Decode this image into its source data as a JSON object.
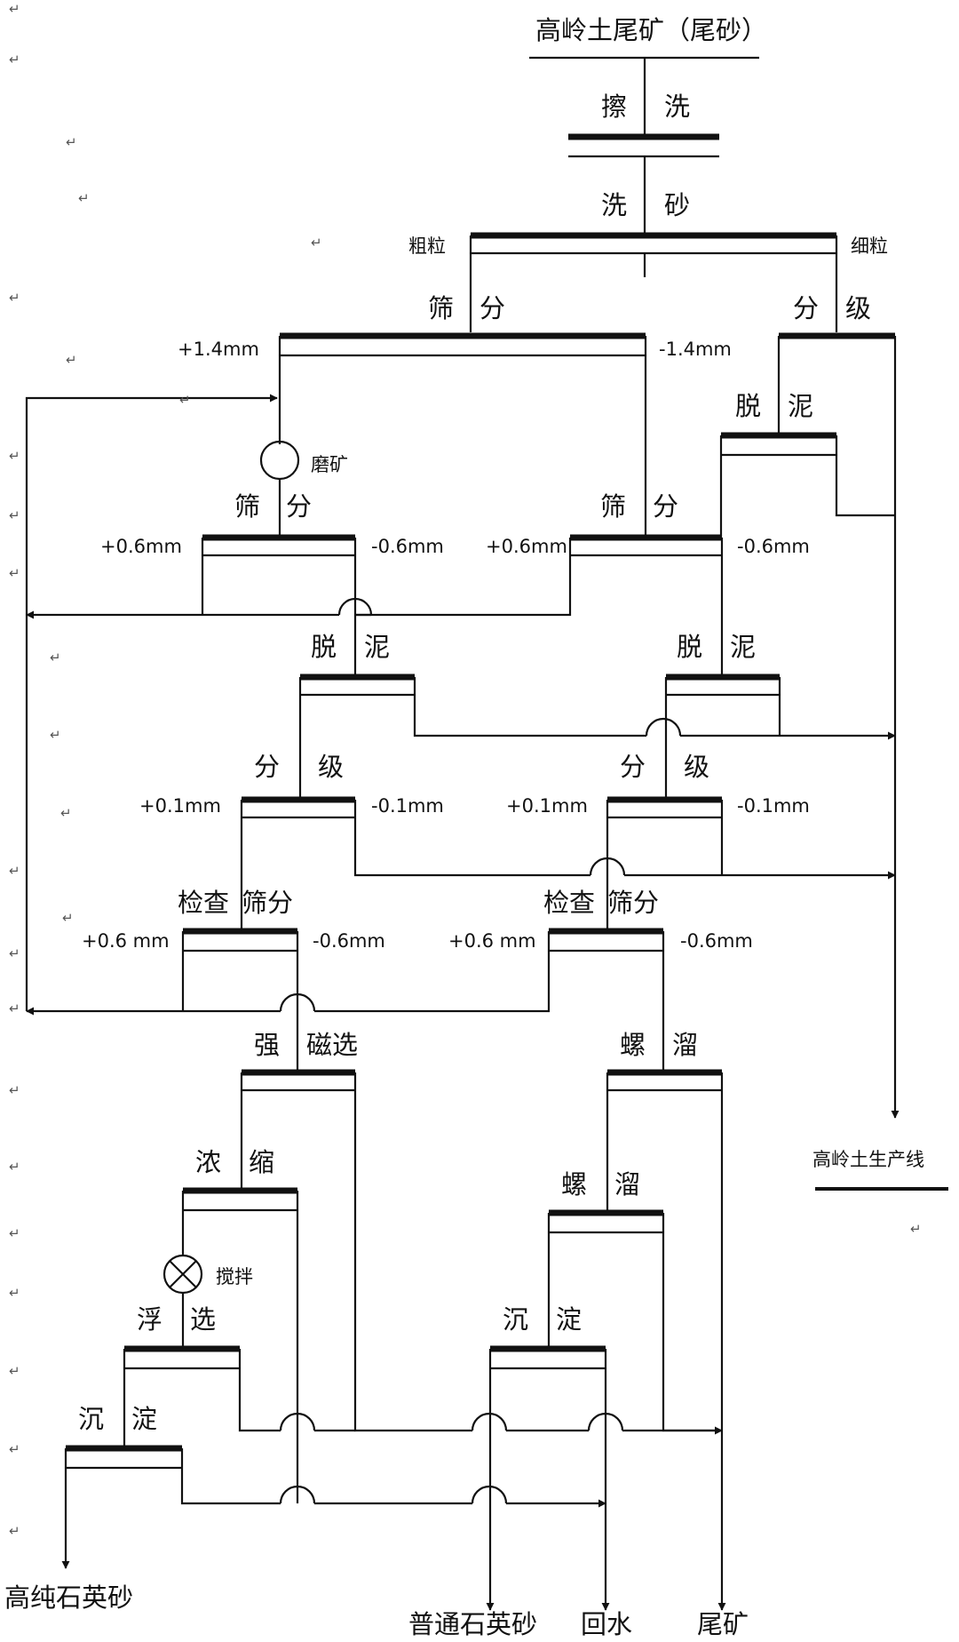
{
  "colors": {
    "line": "#111111",
    "background": "#ffffff"
  },
  "source": "高岭土尾矿（尾砂）",
  "stages": {
    "scrub": [
      "擦",
      "洗"
    ],
    "wash": [
      "洗",
      "砂"
    ],
    "screen1": [
      "筛",
      "分"
    ],
    "classify1": [
      "分",
      "级"
    ],
    "desl1": [
      "脱",
      "泥"
    ],
    "screen2L": [
      "筛",
      "分"
    ],
    "screen2R": [
      "筛",
      "分"
    ],
    "desl2L": [
      "脱",
      "泥"
    ],
    "desl2R": [
      "脱",
      "泥"
    ],
    "classL": [
      "分",
      "级"
    ],
    "classR": [
      "分",
      "级"
    ],
    "checkL": [
      "检查",
      "筛分"
    ],
    "checkR": [
      "检查",
      "筛分"
    ],
    "magnetic": [
      "强",
      "磁选"
    ],
    "spiral1": [
      "螺",
      "溜"
    ],
    "spiral2": [
      "螺",
      "溜"
    ],
    "thicken": [
      "浓",
      "缩"
    ],
    "flotation": [
      "浮",
      "选"
    ],
    "settleL": [
      "沉",
      "淀"
    ],
    "settleR": [
      "沉",
      "淀"
    ]
  },
  "labels": {
    "coarse": "粗粒",
    "fine": "细粒",
    "plus14": "+1.4mm",
    "minus14": "-1.4mm",
    "grinding": "磨矿",
    "plus06a": "+0.6mm",
    "minus06a": "-0.6mm",
    "plus06b": "+0.6mm",
    "minus06b": "-0.6mm",
    "plus01a": "+0.1mm",
    "minus01a": "-0.1mm",
    "plus01b": "+0.1mm",
    "minus01b": "-0.1mm",
    "plus06c": "+0.6 mm",
    "minus06c": "-0.6mm",
    "plus06d": "+0.6 mm",
    "minus06d": "-0.6mm",
    "stirring": "搅拌"
  },
  "products": {
    "kaolin_line": "高岭土生产线",
    "high_purity": "高纯石英砂",
    "ordinary": "普通石英砂",
    "return_water": "回水",
    "tailings": "尾矿"
  },
  "return_mark": "↵"
}
